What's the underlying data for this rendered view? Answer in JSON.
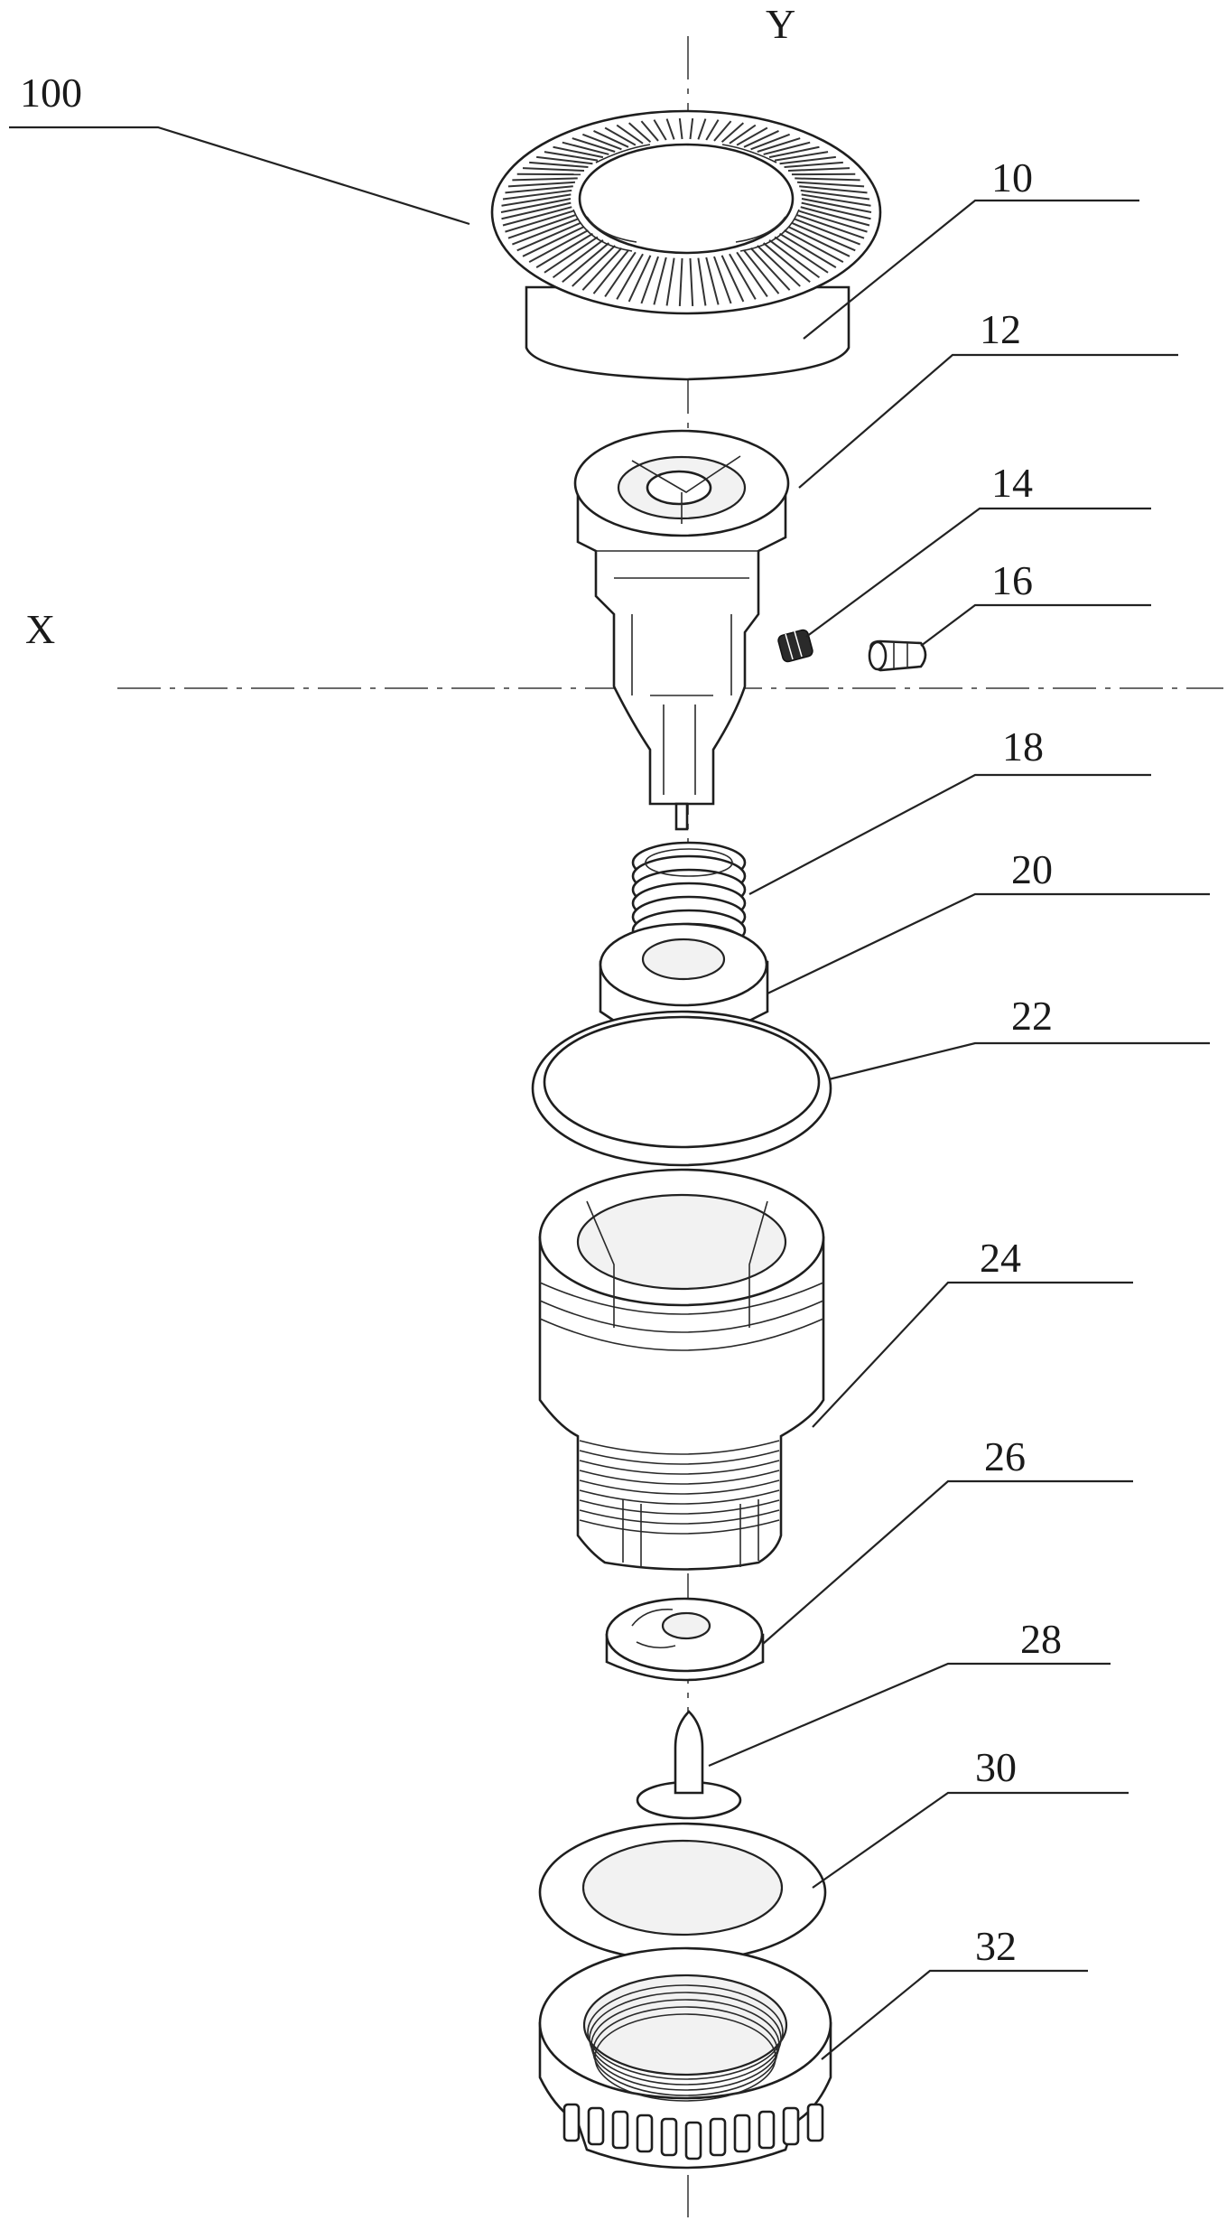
{
  "axes": {
    "x_label": "X",
    "y_label": "Y"
  },
  "labels": [
    {
      "id": "100",
      "text": "100"
    },
    {
      "id": "10",
      "text": "10"
    },
    {
      "id": "12",
      "text": "12"
    },
    {
      "id": "14",
      "text": "14"
    },
    {
      "id": "16",
      "text": "16"
    },
    {
      "id": "18",
      "text": "18"
    },
    {
      "id": "20",
      "text": "20"
    },
    {
      "id": "22",
      "text": "22"
    },
    {
      "id": "24",
      "text": "24"
    },
    {
      "id": "26",
      "text": "26"
    },
    {
      "id": "28",
      "text": "28"
    },
    {
      "id": "30",
      "text": "30"
    },
    {
      "id": "32",
      "text": "32"
    }
  ]
}
